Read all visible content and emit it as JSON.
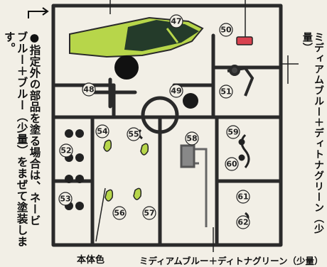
{
  "left_note": {
    "line1": "●指定外の部品を塗る場合は、ネービ",
    "line2": "ブルー＋ブルー（少量）をまぜて塗装します。"
  },
  "right_note": "ミディアムブルー＋ディトナグリーン（少量）",
  "bottom_note": "ミディアムブルー＋ディトナグリーン（少量）",
  "body_color_label": "本体色",
  "part_numbers": [
    "47",
    "48",
    "49",
    "50",
    "51",
    "52",
    "53",
    "54",
    "55",
    "56",
    "57",
    "58",
    "59",
    "60",
    "61",
    "62"
  ],
  "colors": {
    "green": "#b7d64a",
    "accent_red": "#d8424f",
    "runner": "#2a2a2a",
    "paper": "#f2efe6"
  }
}
